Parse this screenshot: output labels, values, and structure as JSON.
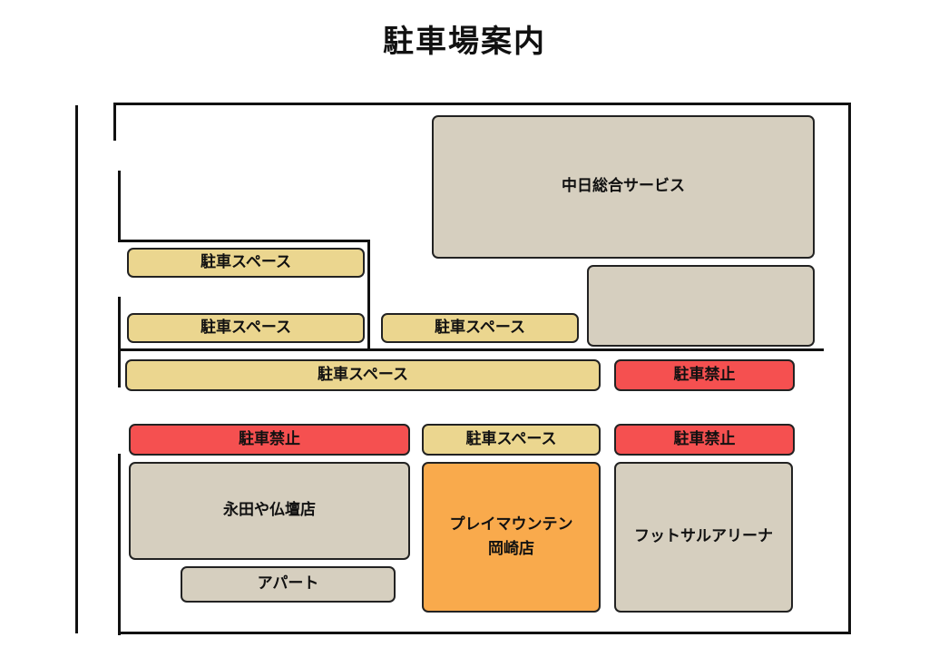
{
  "title": "駐車場案内",
  "colors": {
    "parking": "#ebd68f",
    "no_parking": "#f55050",
    "building": "#d6cfbf",
    "highlight": "#f9aa4c",
    "road_line": "#111111"
  },
  "places": {
    "chunichi": "中日総合サービス",
    "unnamed_building": "",
    "parking_label": "駐車スペース",
    "no_parking_label": "駐車禁止",
    "nagata": "永田や仏壇店",
    "apart": "アパート",
    "playmountain": "プレイマウンテン\n岡崎店",
    "futsal": "フットサルアリーナ"
  }
}
